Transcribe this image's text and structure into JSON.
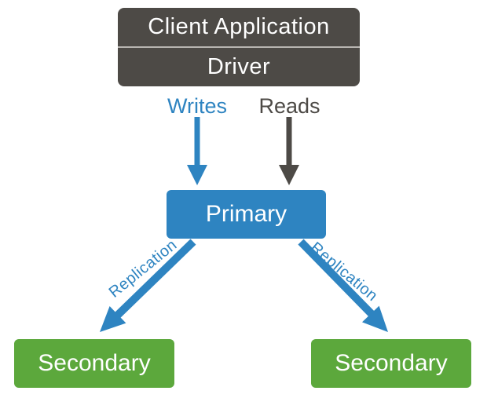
{
  "client": {
    "title": "Client Application",
    "driver": "Driver"
  },
  "nodes": {
    "primary": "Primary",
    "secondary_left": "Secondary",
    "secondary_right": "Secondary"
  },
  "edges": {
    "writes": "Writes",
    "reads": "Reads",
    "replication_left": "Replication",
    "replication_right": "Replication"
  },
  "colors": {
    "client_box_gray": "#4d4a46",
    "divider_gray": "#b8b5b1",
    "primary_blue": "#2e84c1",
    "secondary_green": "#5ca83c",
    "reads_arrow_gray": "#4d4a46",
    "node_text": "#ffffff",
    "background": "#ffffff"
  }
}
